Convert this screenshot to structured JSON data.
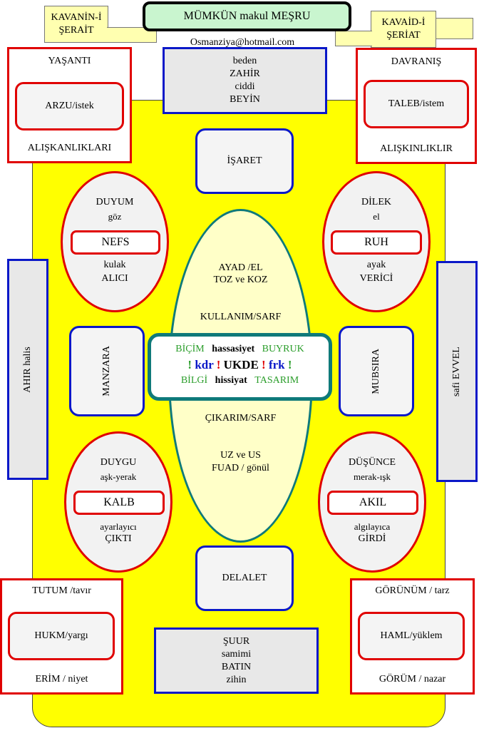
{
  "title": "MÜMKÜN makul MEŞRU",
  "email": "Osmanziya@hotmail.com",
  "banner_left": [
    "KAVANİN-İ",
    "ŞERAİT"
  ],
  "banner_right": [
    "KAVAİD-İ",
    "ŞERİAT"
  ],
  "corners": {
    "top_left": {
      "top": "YAŞANTI",
      "inner": "ARZU/istek",
      "bottom": "ALIŞKANLIKLARI"
    },
    "top_right": {
      "top": "DAVRANIŞ",
      "inner": "TALEB/istem",
      "bottom": "ALIŞKINLIKLIR"
    },
    "bottom_left": {
      "top": "TUTUM /tavır",
      "inner": "HUKM/yargı",
      "bottom": "ERİM / niyet"
    },
    "bottom_right": {
      "top": "GÖRÜNÜM / tarz",
      "inner": "HAML/yüklem",
      "bottom": "GÖRÜM / nazar"
    }
  },
  "top_box": [
    "beden",
    "ZAHİR",
    "ciddi",
    "BEYİN"
  ],
  "bottom_box": [
    "ŞUUR",
    "samimi",
    "BATIN",
    "zihin"
  ],
  "isaret": "İŞARET",
  "delalet": "DELALET",
  "manzara": "MANZARA",
  "mubsira": "MUBSIRA",
  "left_bar": [
    "AHIR",
    "halis"
  ],
  "right_bar": [
    "safi",
    "EVVEL"
  ],
  "ovals": {
    "nefs": {
      "line1": "DUYUM",
      "line2": "göz",
      "label": "NEFS",
      "line3": "kulak",
      "line4": "ALICI"
    },
    "ruh": {
      "line1": "DİLEK",
      "line2": "el",
      "label": "RUH",
      "line3": "ayak",
      "line4": "VERİCİ"
    },
    "kalb": {
      "line1": "DUYGU",
      "line2": "aşk-yerak",
      "label": "KALB",
      "line3": "ayarlayıcı",
      "line4": "ÇIKTI"
    },
    "akil": {
      "line1": "DÜŞÜNCE",
      "line2": "merak-ışk",
      "label": "AKIL",
      "line3": "algılayıca",
      "line4": "GİRDİ"
    }
  },
  "center_oval": {
    "t1": "AYAD /EL",
    "t2": "TOZ ve  KOZ",
    "t3": "KULLANIM/SARF",
    "t4": "ÇIKARIM/SARF",
    "t5": "UZ ve US",
    "t6": "FUAD / gönül"
  },
  "core": {
    "bicim": "BİÇİM",
    "hassasiyet": "hassasiyet",
    "buyruk": "BUYRUK",
    "excl": "!",
    "kdr": "kdr",
    "ukde": "UKDE",
    "frk": "frk",
    "bilgi": "BİLGİ",
    "hissiyat": "hissiyat",
    "tasarim": "TASARIM"
  },
  "colors": {
    "green": "#2a9d2a",
    "blue": "#0a18c8",
    "red": "#e00000",
    "teal": "#0f7a7a",
    "yellow": "#ffff00"
  }
}
